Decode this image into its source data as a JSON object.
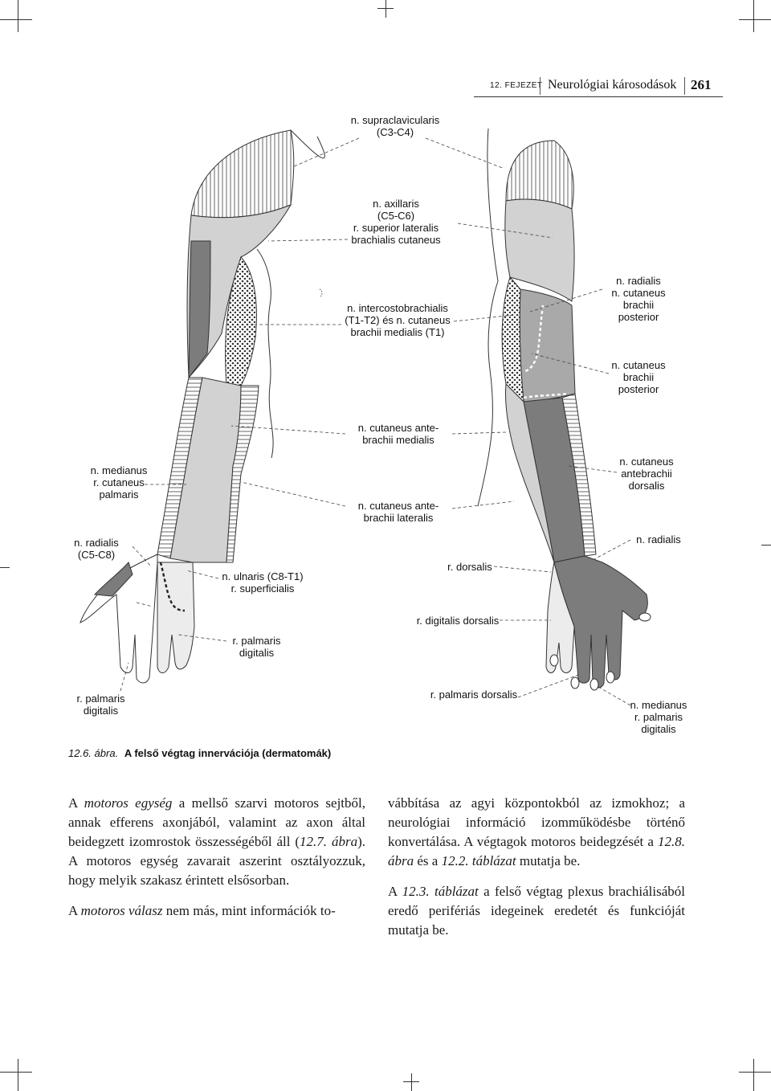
{
  "header": {
    "chapter": "12. FEJEZET",
    "title": "Neurológiai károsodások",
    "page_number": "261"
  },
  "figure": {
    "labels": {
      "supraclavicularis": "n. supraclavicularis\n(C3-C4)",
      "axillaris": "n. axillaris\n(C5-C6)\nr. superior lateralis\nbrachialis cutaneus",
      "intercostobrachialis": "n. intercostobrachialis\n(T1-T2) és n. cutaneus\nbrachii medialis (T1)",
      "radialis_posterior": "n. radialis\nn. cutaneus\nbrachii\nposterior",
      "brachii_posterior": "n. cutaneus\nbrachii\nposterior",
      "antebrachii_medialis": "n. cutaneus ante-\nbrachii medialis",
      "medianus_palmaris": "n. medianus\nr. cutaneus\npalmaris",
      "antebrachii_lateralis": "n. cutaneus ante-\nbrachii lateralis",
      "antebrachii_dorsalis": "n. cutaneus\nantebrachii\ndorsalis",
      "radialis_c5c8": "n. radialis\n(C5-C8)",
      "radialis_right": "n. radialis",
      "ulnaris": "n. ulnaris (C8-T1)\nr. superficialis",
      "dorsalis": "r. dorsalis",
      "digitalis_dorsalis": "r. digitalis dorsalis",
      "palmaris_digitalis_mid": "r. palmaris\ndigitalis",
      "palmaris_digitalis_left": "r. palmaris\ndigitalis",
      "palmaris_dorsalis": "r. palmaris dorsalis",
      "medianus_digitalis": "n. medianus\nr. palmaris\ndigitalis"
    }
  },
  "caption": {
    "number": "12.6.",
    "word": "ábra.",
    "text": "A felső végtag innervációja (dermatomák)"
  },
  "body": {
    "left": {
      "p1_a": "A ",
      "p1_em1": "motoros egység",
      "p1_b": " a mellső szarvi motoros sejtből, annak efferens axonjából, valamint az axon által beidegzett izomrostok összességéből áll (",
      "p1_em2": "12.7. ábra",
      "p1_c": "). A motoros egység zavarait aszerint osztályozzuk, hogy melyik szakasz érintett elsősorban.",
      "p2_a": "A ",
      "p2_em": "motoros válasz",
      "p2_b": " nem más, mint információk to-"
    },
    "right": {
      "p1_a": "vábbítása az agyi központokból az izmokhoz; a neurológiai információ izomműködésbe történő konvertálása. A végtagok motoros beidegzését a ",
      "p1_em1": "12.8. ábra",
      "p1_b": " és a ",
      "p1_em2": "12.2. táblázat",
      "p1_c": " mutatja be.",
      "p2_a": "A ",
      "p2_em": "12.3. táblázat",
      "p2_b": " a felső végtag plexus brachiálisából eredő perifériás idegeinek eredetét és funkcióját mutatja be."
    }
  },
  "colors": {
    "light_gray": "#d2d2d2",
    "mid_gray": "#a9a9a9",
    "dark_gray": "#7c7c7c",
    "pale": "#ececec"
  }
}
